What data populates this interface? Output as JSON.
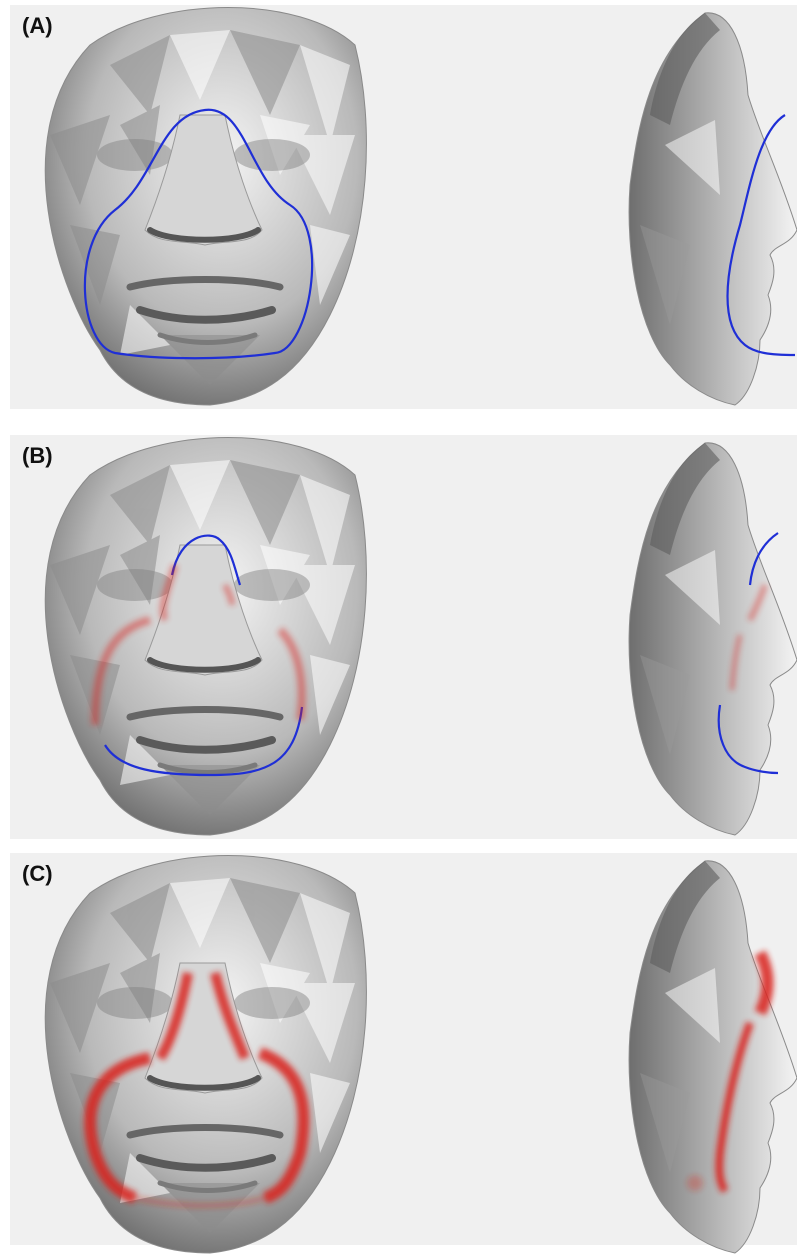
{
  "panels": [
    {
      "label": "(A)",
      "mode": "curve"
    },
    {
      "label": "(B)",
      "mode": "partial"
    },
    {
      "label": "(C)",
      "mode": "heat"
    }
  ],
  "colors": {
    "panel_bg": "#f0f0f0",
    "face_light": "#f4f4f4",
    "face_mid": "#b9b9b9",
    "face_dark": "#6e6e6e",
    "curve": "#1f2fd6",
    "heat": "#d9241c"
  }
}
